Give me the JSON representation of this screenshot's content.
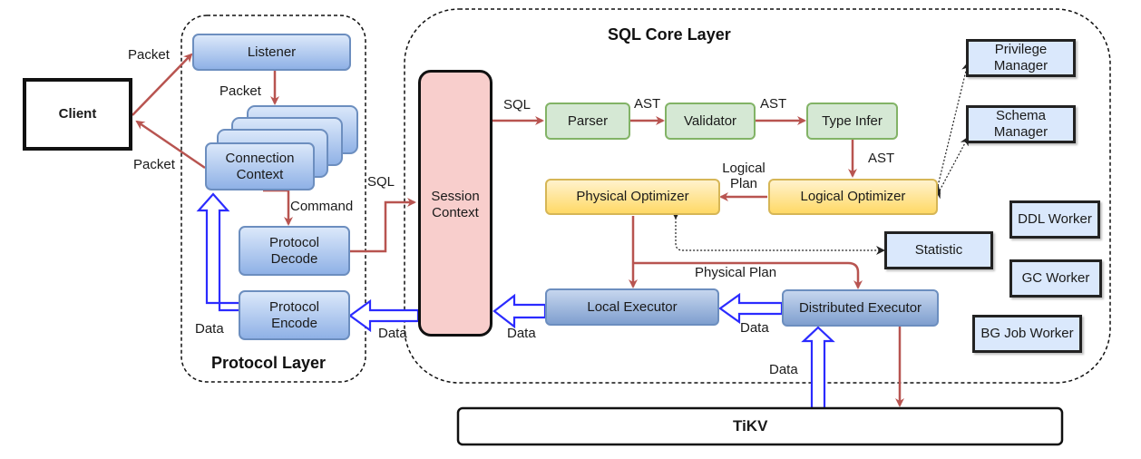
{
  "layers": {
    "protocol_layer": "Protocol Layer",
    "sql_core_layer": "SQL Core Layer"
  },
  "nodes": {
    "client": "Client",
    "listener": "Listener",
    "connection_context": "Connection Context",
    "protocol_decode": "Protocol Decode",
    "protocol_encode": "Protocol Encode",
    "session_context": "Session Context",
    "parser": "Parser",
    "validator": "Validator",
    "type_infer": "Type Infer",
    "logical_optimizer": "Logical Optimizer",
    "physical_optimizer": "Physical Optimizer",
    "local_executor": "Local Executor",
    "distributed_executor": "Distributed Executor",
    "privilege_manager": "Privilege Manager",
    "schema_manager": "Schema Manager",
    "statistic": "Statistic",
    "ddl_worker": "DDL Worker",
    "gc_worker": "GC Worker",
    "bg_job_worker": "BG Job Worker",
    "tikv": "TiKV"
  },
  "edge_labels": {
    "client_to_listener": "Packet",
    "listener_to_connection": "Packet",
    "connection_to_client": "Packet",
    "connection_to_decode": "Command",
    "decode_to_session": "SQL",
    "session_to_parser": "SQL",
    "parser_to_validator": "AST",
    "validator_to_typeinfer": "AST",
    "typeinfer_to_logical": "AST",
    "logical_to_physical": "Logical Plan",
    "physical_to_executors": "Physical Plan",
    "encode_to_connection": "Data",
    "session_to_encode": "Data",
    "local_to_session": "Data",
    "distributed_to_local": "Data",
    "tikv_to_distributed": "Data"
  },
  "colors": {
    "control_flow": "#b85450",
    "data_flow": "#2b2bff",
    "session_fill": "#f8cecc"
  }
}
